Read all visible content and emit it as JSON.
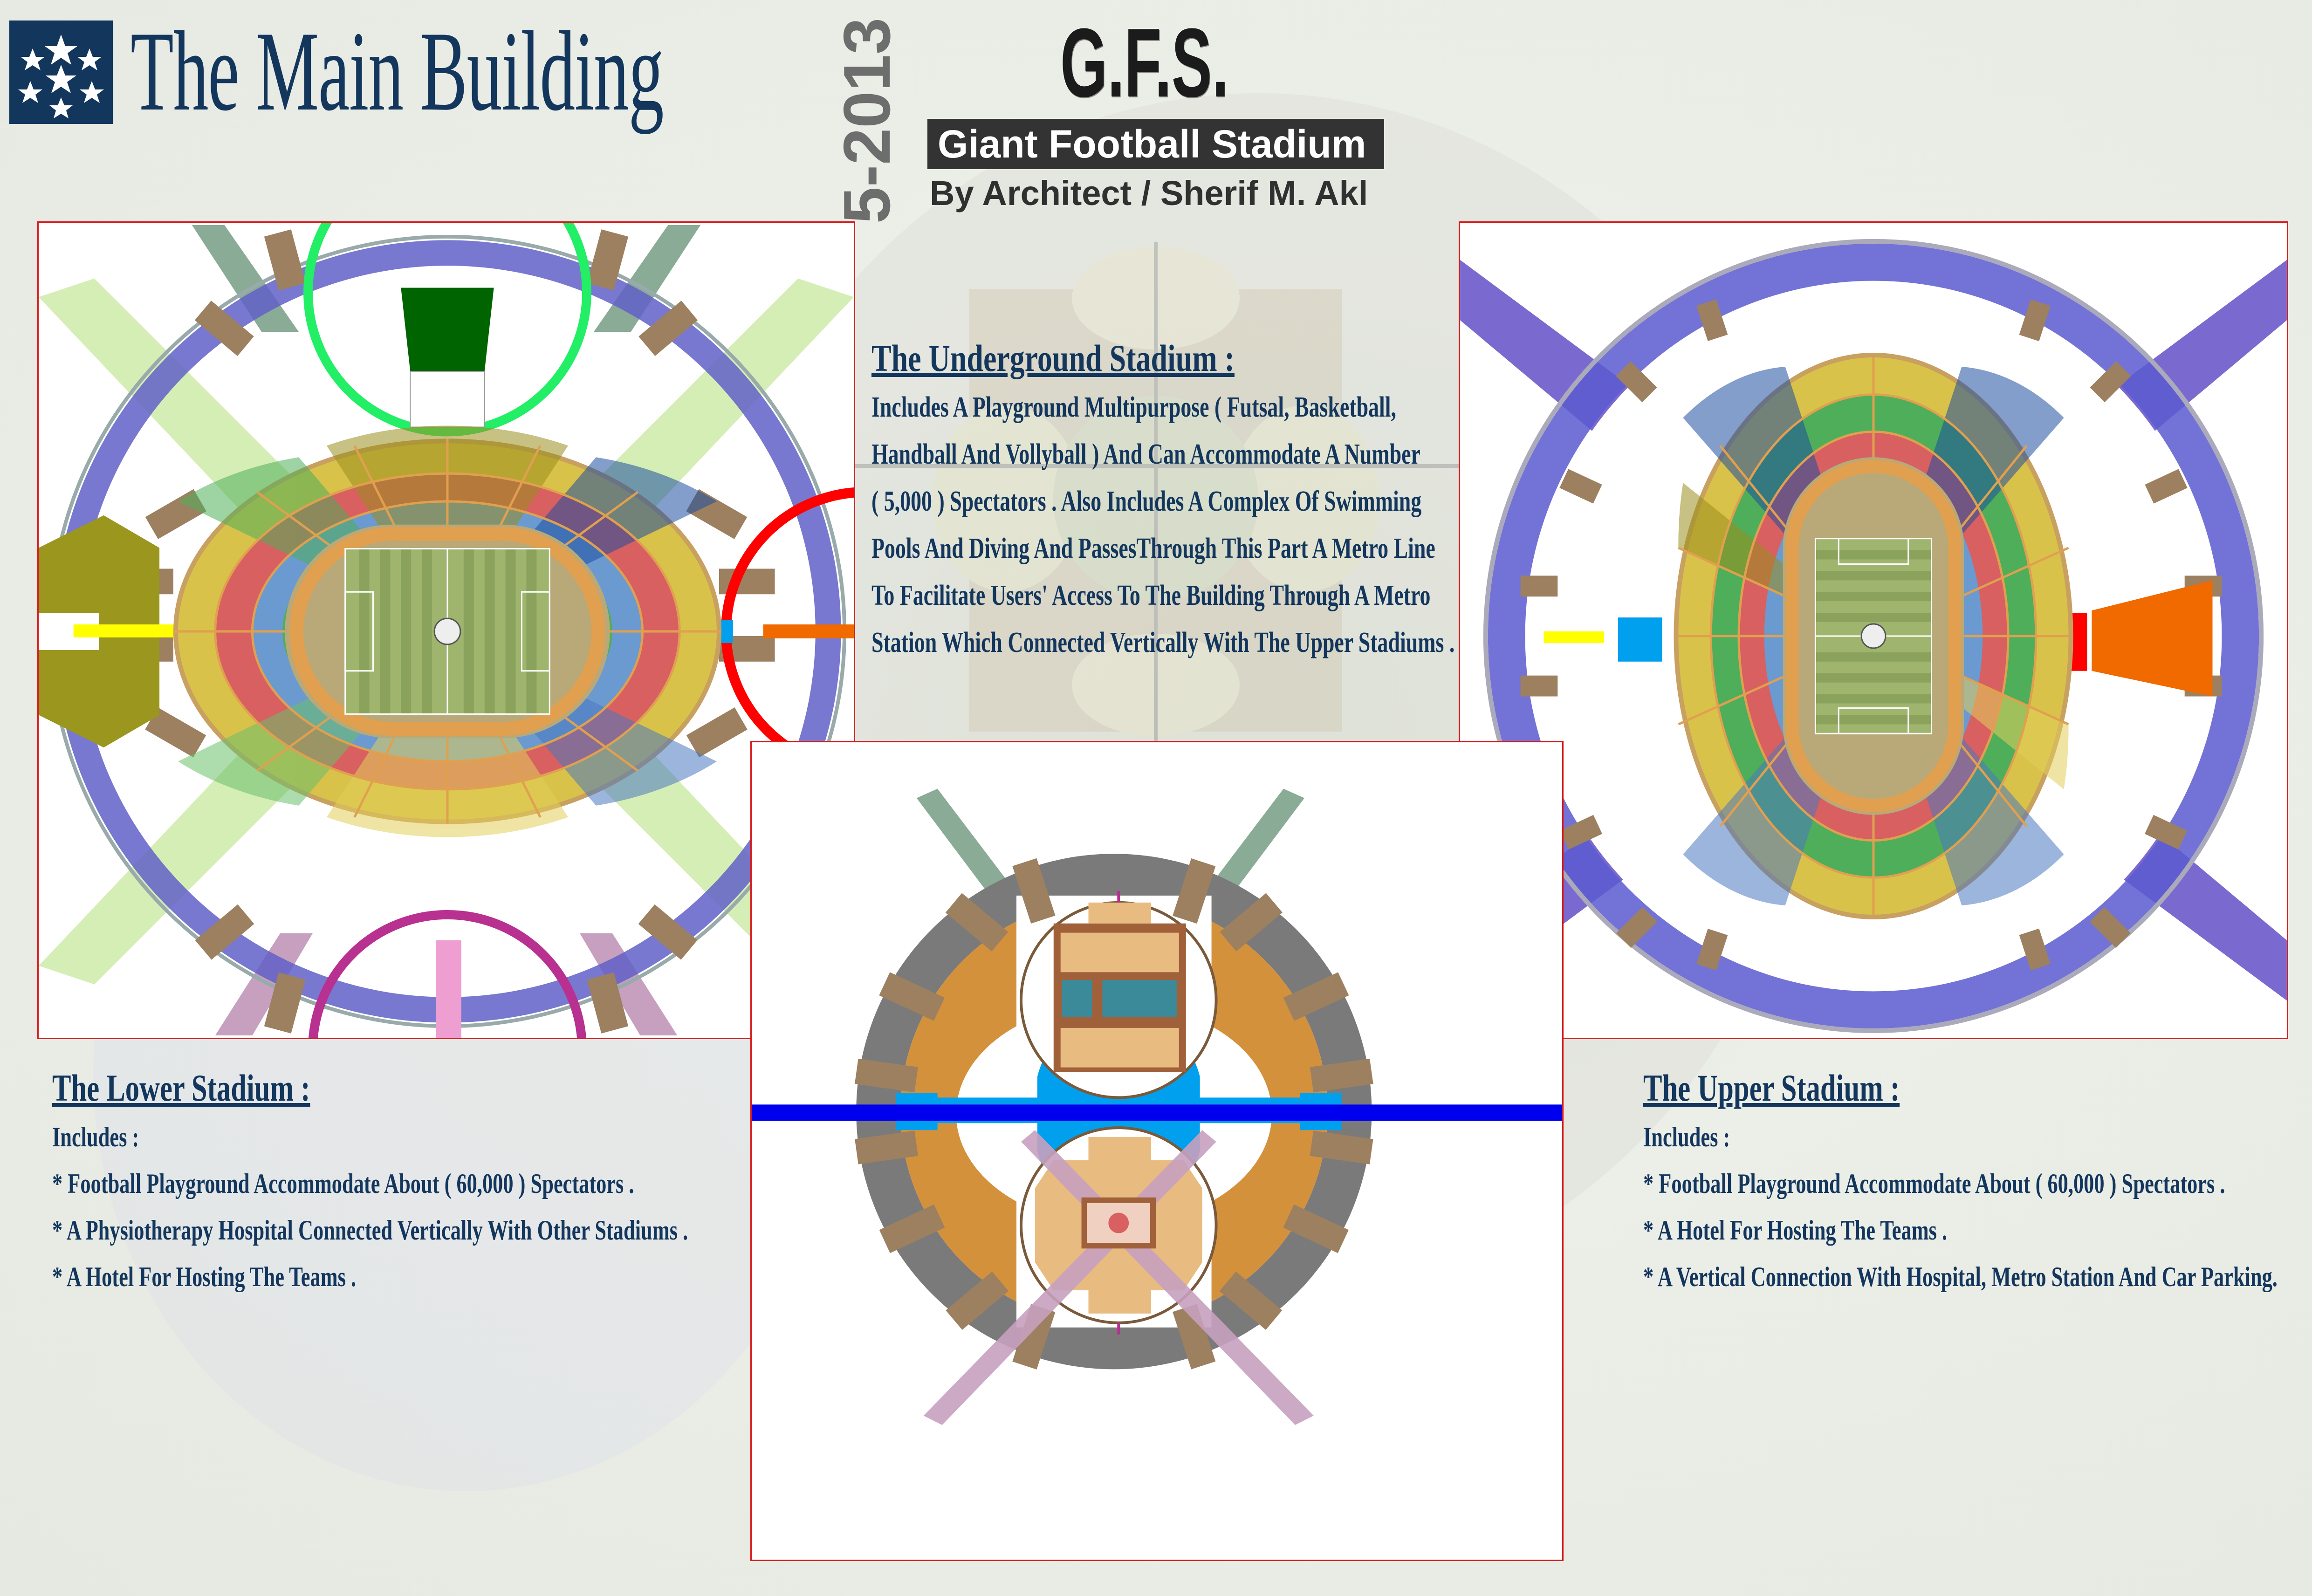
{
  "header": {
    "logo_icon": "star-ball-icon",
    "title": "The Main Building",
    "year": "5-2013",
    "acronym": "G.F.S.",
    "project_name": "Giant Football Stadium",
    "author": "By Architect / Sherif M. Akl"
  },
  "underground": {
    "heading": "The Underground Stadium :",
    "lines": [
      "Includes A Playground Multipurpose ( Futsal, Basketball,",
      "Handball And Vollyball ) And Can Accommodate A Number",
      "( 5,000 ) Spectators  . Also Includes A Complex Of Swimming",
      "Pools And Diving And PassesThrough This Part A Metro Line",
      "To Facilitate Users' Access To The Building Through A Metro",
      "Station Which Connected Vertically With The Upper Stadiums ."
    ]
  },
  "lower_stadium": {
    "heading": "The Lower Stadium :",
    "intro": "Includes :",
    "items": [
      "* Football Playground Accommodate About ( 60,000 ) Spectators .",
      "* A Physiotherapy Hospital Connected Vertically With Other Stadiums .",
      "* A Hotel For Hosting The Teams ."
    ]
  },
  "upper_stadium": {
    "heading": "The Upper Stadium :",
    "intro": "Includes :",
    "items": [
      "* Football Playground Accommodate About ( 60,000 ) Spectators .",
      "* A Hotel For Hosting The Teams .",
      "* A Vertical Connection With  Hospital, Metro Station And Car Parking."
    ]
  },
  "colors": {
    "navy_text": "#13365d",
    "panel_border": "#d61a1a",
    "pitch": "#9fb56e",
    "track": "#d9a25a",
    "seat_red": "#d86060",
    "seat_blue": "#4a78c0",
    "seat_green": "#4fae5a",
    "seat_yellow": "#d9c24a",
    "seat_olive": "#9a8f1e",
    "pillar": "#9c8060",
    "ring_blue": "#5a5ad0",
    "metro_blue": "#0000ee",
    "station_cyan": "#00a0ee",
    "access_orange": "#f06a00",
    "hospital_red": "#ff0000",
    "hotel_green": "#006400",
    "parking_magenta": "#b83090",
    "bridge_purple": "#7a6ad0",
    "ramp_lightgreen": "#d5eeb5",
    "underground_ring": "#777777",
    "underground_tier": "#d4913c"
  }
}
